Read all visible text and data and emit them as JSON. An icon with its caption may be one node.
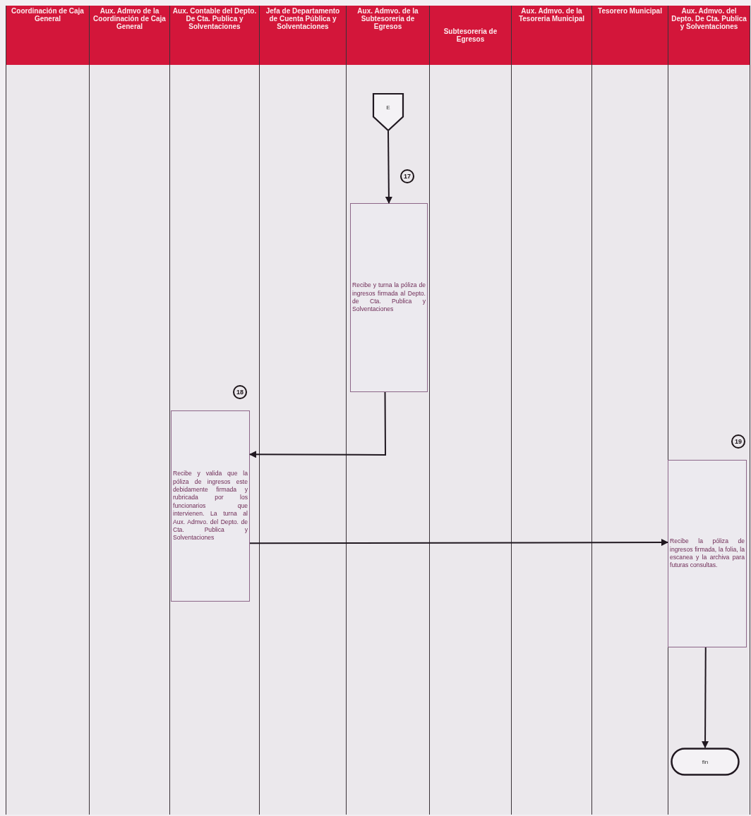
{
  "diagram": {
    "nodes": [
      {
        "text": [
          "Coordinación de Caja General"
        ]
      },
      {
        "text": [
          "Aux. Admvo de la Coordinación de Caja General"
        ]
      },
      {
        "text": [
          "Aux. Contable del Depto. De Cta. Publica y Solventaciones"
        ]
      },
      {
        "text": [
          "Jefa de Departamento de Cuenta Pública y Solventaciones"
        ]
      },
      {
        "text": [
          "Aux. Admvo. de la Subtesoreria de Egresos"
        ]
      },
      {
        "text": [
          "Subtesoreria de Egresos"
        ]
      },
      {
        "text": [
          "Aux. Admvo. de la Tesoreria Municipal"
        ]
      },
      {
        "text": [
          "Tesorero Municipal"
        ]
      },
      {
        "text": [
          "Aux. Admvo. del Depto. De Cta. Publica y Solventaciones"
        ]
      },
      {
        "text": [
          "E"
        ]
      },
      {
        "text": [
          "Recibe y turna la póliza de ingresos firmada al Depto. de Cta. Publica y Solventaciones"
        ],
        "beside": [
          "17"
        ]
      },
      {
        "text": [
          "Recibe y valida que la póliza de ingresos este debidamente firmada y rubricada por los funcionarios que intervienen. La turna al Aux. Admvo. del Depto. de Cta. Publica y Solventaciones"
        ],
        "beside": [
          "18"
        ]
      },
      {
        "text": [
          "Recibe la póliza de ingresos firmada, la folia, la escanea y la archiva para futuras consultas."
        ],
        "beside": [
          "19"
        ]
      },
      {
        "text": [
          "fin"
        ]
      }
    ],
    "edges": [
      {
        "from": 9,
        "to": 10,
        "arrow": "to"
      },
      {
        "from": 10,
        "to": 11,
        "arrow": "to"
      },
      {
        "from": 11,
        "to": 12,
        "arrow": "to"
      },
      {
        "from": 12,
        "to": 13,
        "arrow": "to"
      }
    ]
  }
}
